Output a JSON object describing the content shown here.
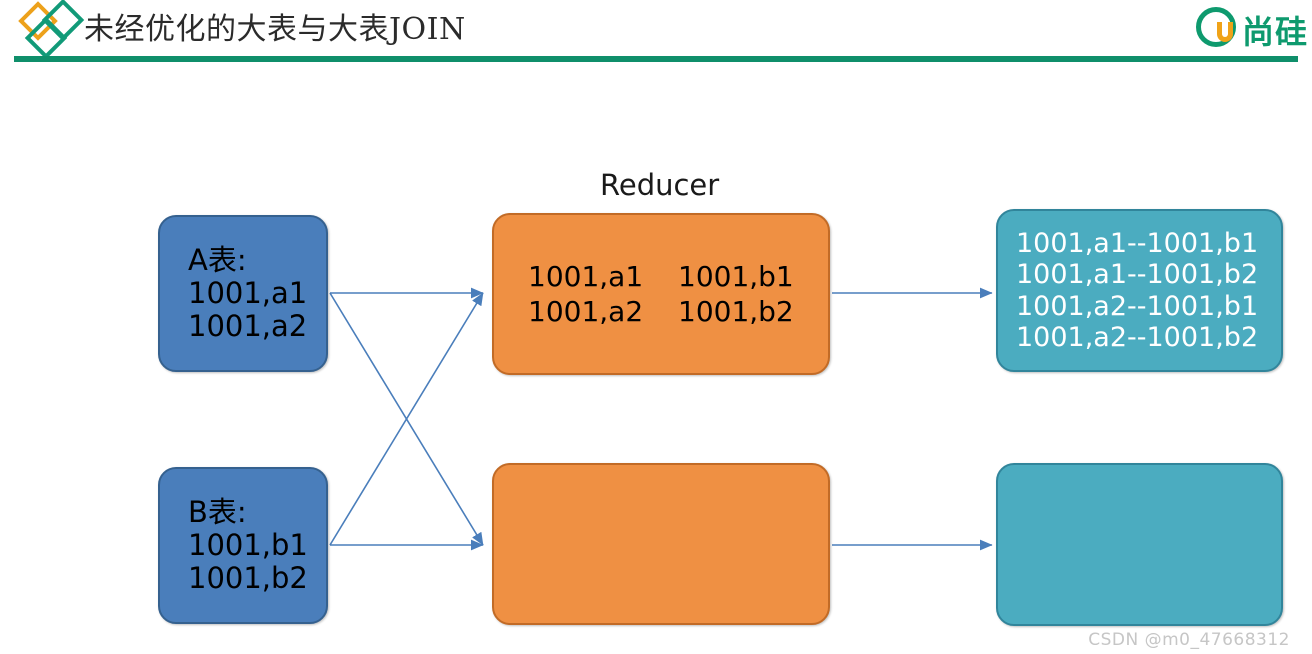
{
  "header": {
    "title": "未经优化的大表与大表JOIN",
    "logo_icon": "diamonds-logo-icon",
    "brand": {
      "icon": "atguigu-circle-u-icon",
      "text": "尚硅"
    },
    "rule_color": "#0f8f6b",
    "diamond_orange": "#eda11b",
    "diamond_teal": "#119a78"
  },
  "diagram": {
    "reducer_label": "Reducer",
    "colors": {
      "source_fill": "#4a7ebb",
      "source_stroke": "#35618f",
      "reducer_fill": "#ef9043",
      "reducer_stroke": "#c26b26",
      "result_fill": "#4bacc0",
      "result_stroke": "#31859b",
      "arrow": "#4a7ebb"
    },
    "source_tables": [
      {
        "name": "table-a",
        "lines": [
          "A表:",
          "1001,a1",
          "1001,a2"
        ]
      },
      {
        "name": "table-b",
        "lines": [
          "B表:",
          "1001,b1",
          "1001,b2"
        ]
      }
    ],
    "reducers": [
      {
        "name": "reducer-top",
        "left_column": [
          "1001,a1",
          "1001,a2"
        ],
        "right_column": [
          "1001,b1",
          "1001,b2"
        ]
      },
      {
        "name": "reducer-bottom",
        "left_column": [
          "",
          ""
        ],
        "right_column": [
          "",
          ""
        ]
      }
    ],
    "results": [
      {
        "name": "result-top",
        "lines": [
          "1001,a1--1001,b1",
          "1001,a1--1001,b2",
          "1001,a2--1001,b1",
          "1001,a2--1001,b2"
        ]
      },
      {
        "name": "result-bottom",
        "lines": [
          "",
          "",
          "",
          ""
        ]
      }
    ]
  },
  "watermark": "CSDN @m0_47668312"
}
